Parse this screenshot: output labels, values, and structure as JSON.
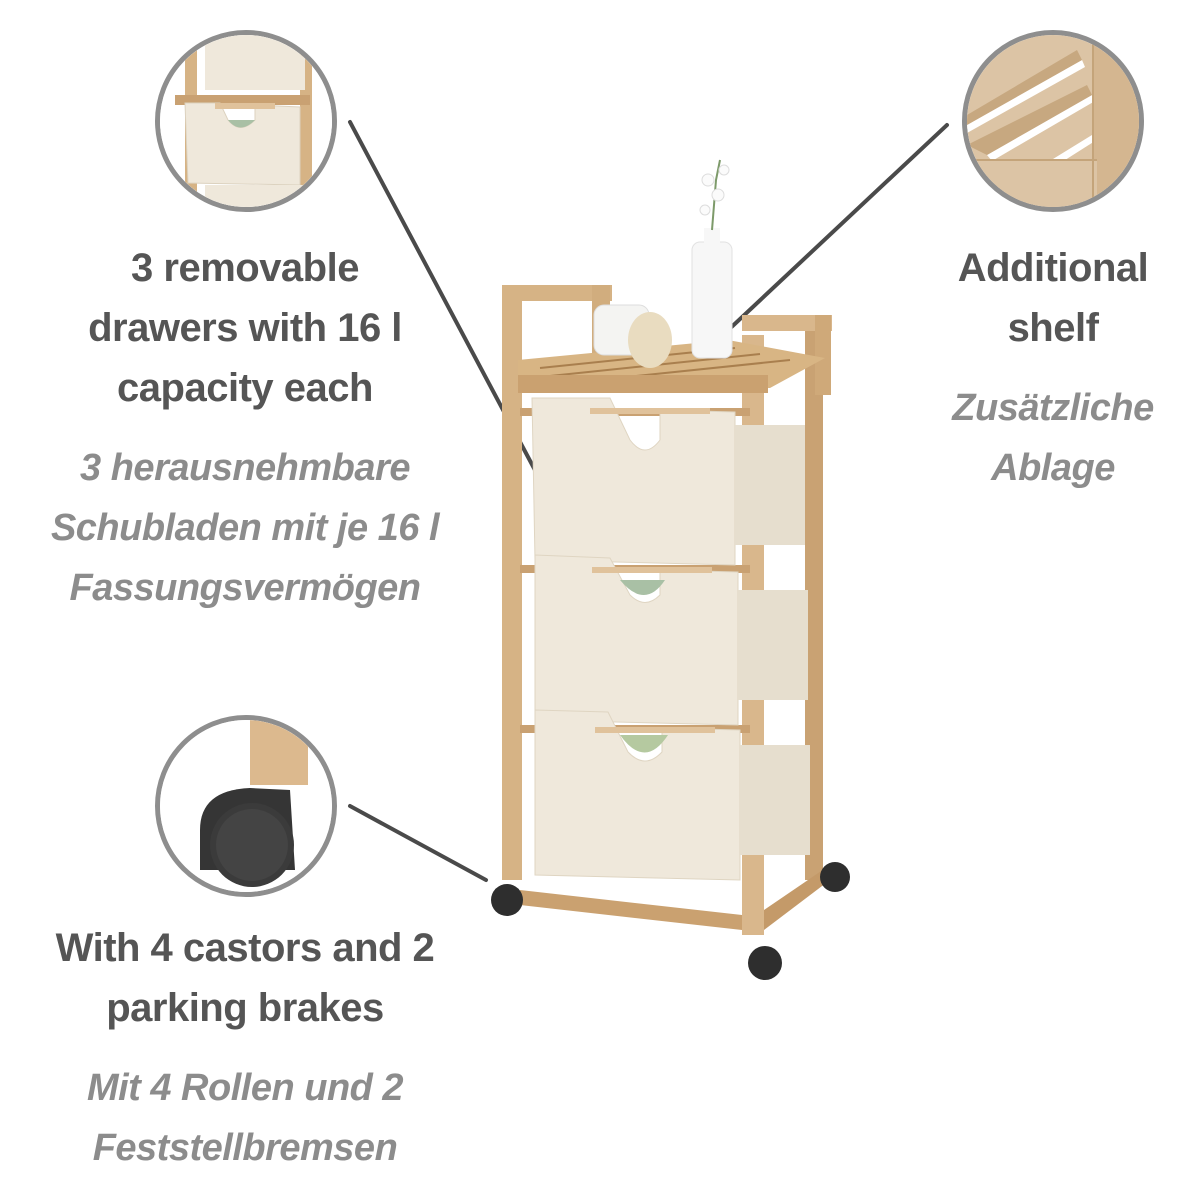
{
  "features": [
    {
      "id": "drawers",
      "heading_lines": [
        "3 removable",
        "drawers with 16 l",
        "capacity each"
      ],
      "sub_lines": [
        "3 herausnehmbare",
        "Schubladen mit je 16 l",
        "Fassungsvermögen"
      ],
      "icon": "drawer-detail-icon"
    },
    {
      "id": "shelf",
      "heading_lines": [
        "Additional",
        "shelf"
      ],
      "sub_lines": [
        "Zusätzliche",
        "Ablage"
      ],
      "icon": "slatted-shelf-detail-icon"
    },
    {
      "id": "castors",
      "heading_lines": [
        "With 4 castors and 2",
        "parking brakes"
      ],
      "sub_lines": [
        "Mit 4 Rollen und 2",
        "Feststellbremsen"
      ],
      "icon": "castor-wheel-detail-icon"
    }
  ],
  "colors": {
    "heading": "#555555",
    "subheading": "#8c8c8c",
    "circle_border": "#8e8e8e",
    "connector": "#4a4a4a",
    "wood": "#d9b78c",
    "wood_dark": "#b98f5e",
    "canvas": "#efe8db",
    "castor": "#2e2e2e"
  }
}
